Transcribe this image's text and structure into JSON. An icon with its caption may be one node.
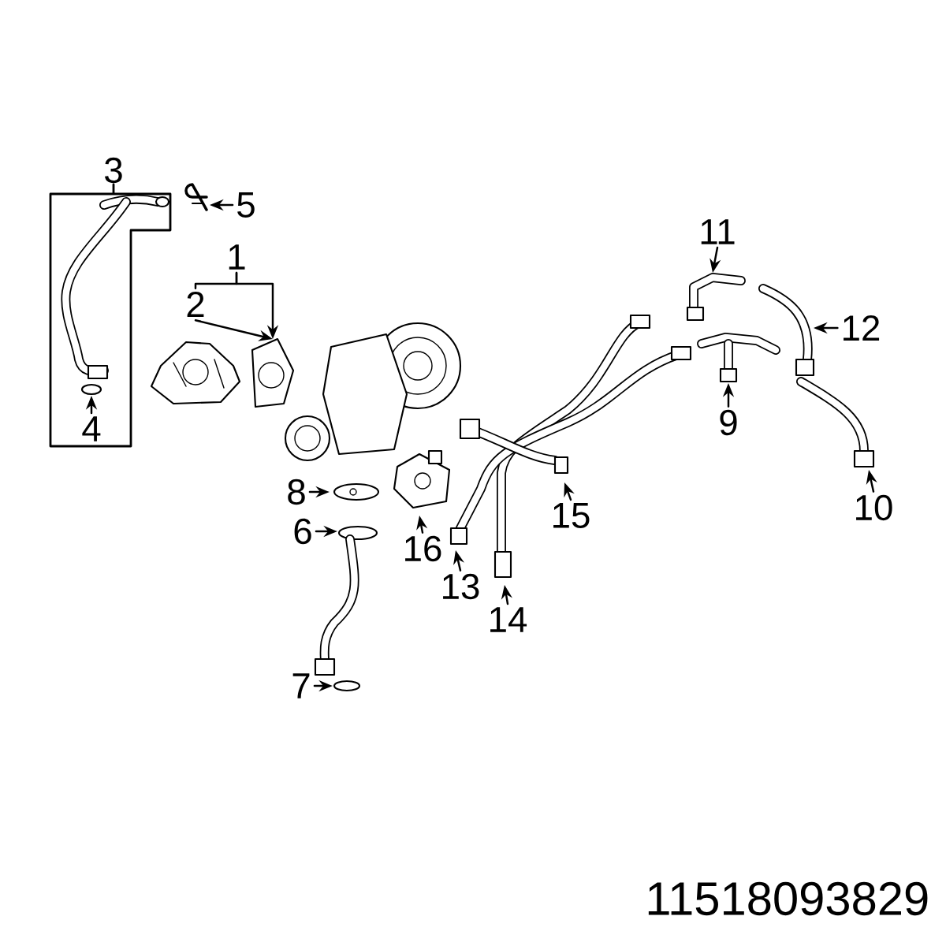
{
  "diagram": {
    "nodes": [
      {
        "text": [
          "1"
        ]
      },
      {
        "text": [
          "2"
        ]
      },
      {
        "text": [
          "3"
        ]
      },
      {
        "text": [
          "4"
        ]
      },
      {
        "text": [
          "5"
        ]
      },
      {
        "text": [
          "6"
        ]
      },
      {
        "text": [
          "7"
        ]
      },
      {
        "text": [
          "8"
        ]
      },
      {
        "text": [
          "9"
        ]
      },
      {
        "text": [
          "10"
        ]
      },
      {
        "text": [
          "11"
        ]
      },
      {
        "text": [
          "12"
        ]
      },
      {
        "text": [
          "13"
        ]
      },
      {
        "text": [
          "14"
        ]
      },
      {
        "text": [
          "15"
        ]
      },
      {
        "text": [
          "16"
        ]
      }
    ],
    "edges": [
      {
        "from": 0,
        "to": 1,
        "arrow": "none"
      },
      {
        "from": 0,
        "to": null,
        "arrow": "to"
      },
      {
        "from": 1,
        "to": null,
        "arrow": "to"
      },
      {
        "from": 3,
        "to": null,
        "arrow": "to"
      },
      {
        "from": 4,
        "to": null,
        "arrow": "to"
      },
      {
        "from": 5,
        "to": null,
        "arrow": "to"
      },
      {
        "from": 6,
        "to": null,
        "arrow": "to"
      },
      {
        "from": 7,
        "to": null,
        "arrow": "to"
      },
      {
        "from": 8,
        "to": null,
        "arrow": "to"
      },
      {
        "from": 9,
        "to": null,
        "arrow": "to"
      },
      {
        "from": 10,
        "to": null,
        "arrow": "to"
      },
      {
        "from": 11,
        "to": null,
        "arrow": "to"
      },
      {
        "from": 12,
        "to": null,
        "arrow": "to"
      },
      {
        "from": 13,
        "to": null,
        "arrow": "to"
      },
      {
        "from": 14,
        "to": null,
        "arrow": "to"
      },
      {
        "from": 15,
        "to": null,
        "arrow": "to"
      }
    ],
    "labels": [
      "11518093829"
    ]
  }
}
